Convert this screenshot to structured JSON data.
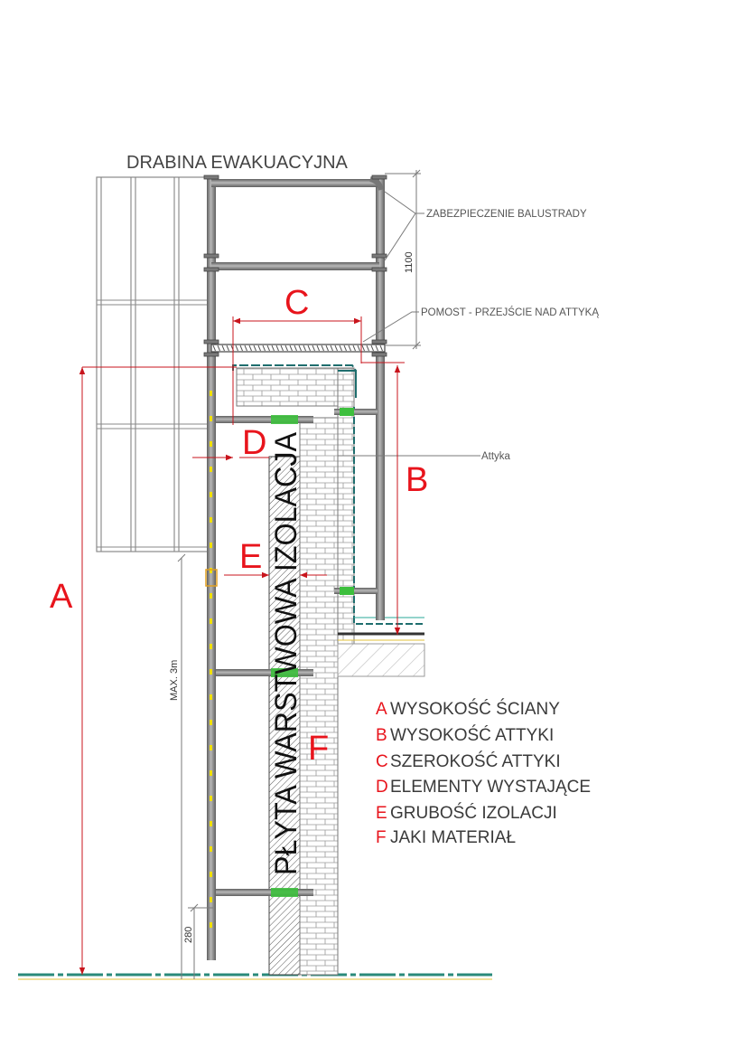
{
  "drawing": {
    "title": "DRABINA EWAKUACYJNA",
    "notes": {
      "railing": "ZABEZPIECZENIE BALUSTRADY",
      "platform": "POMOST - PRZEJŚCIE NAD ATTYKĄ",
      "attic": "Attyka"
    },
    "dimensions": {
      "railing_height": "1100",
      "max_spacing": "MAX. 3m",
      "bottom_offset": "280"
    },
    "vertical_label": "PŁYTA WARSTWOWA IZOLACJA",
    "markers": {
      "a": "A",
      "b": "B",
      "c": "C",
      "d": "D",
      "e": "E",
      "f": "F"
    },
    "legend": [
      {
        "letter": "A",
        "text": "WYSOKOŚĆ ŚCIANY"
      },
      {
        "letter": "B",
        "text": "WYSOKOŚĆ ATTYKI"
      },
      {
        "letter": "C",
        "text": "SZEROKOŚĆ ATTYKI"
      },
      {
        "letter": "D",
        "text": "ELEMENTY WYSTAJĄCE"
      },
      {
        "letter": "E",
        "text": "GRUBOŚĆ IZOLACJI"
      },
      {
        "letter": "F",
        "text": "JAKI MATERIAŁ"
      }
    ],
    "colors": {
      "dimension_red": "#e8141c",
      "steel": "#8c8c8c",
      "bracket_green": "#3dbf3d",
      "ground_teal": "#2a8a7a",
      "ground_yellow": "#e3c23a",
      "rung_yellow": "#f0e000"
    }
  }
}
